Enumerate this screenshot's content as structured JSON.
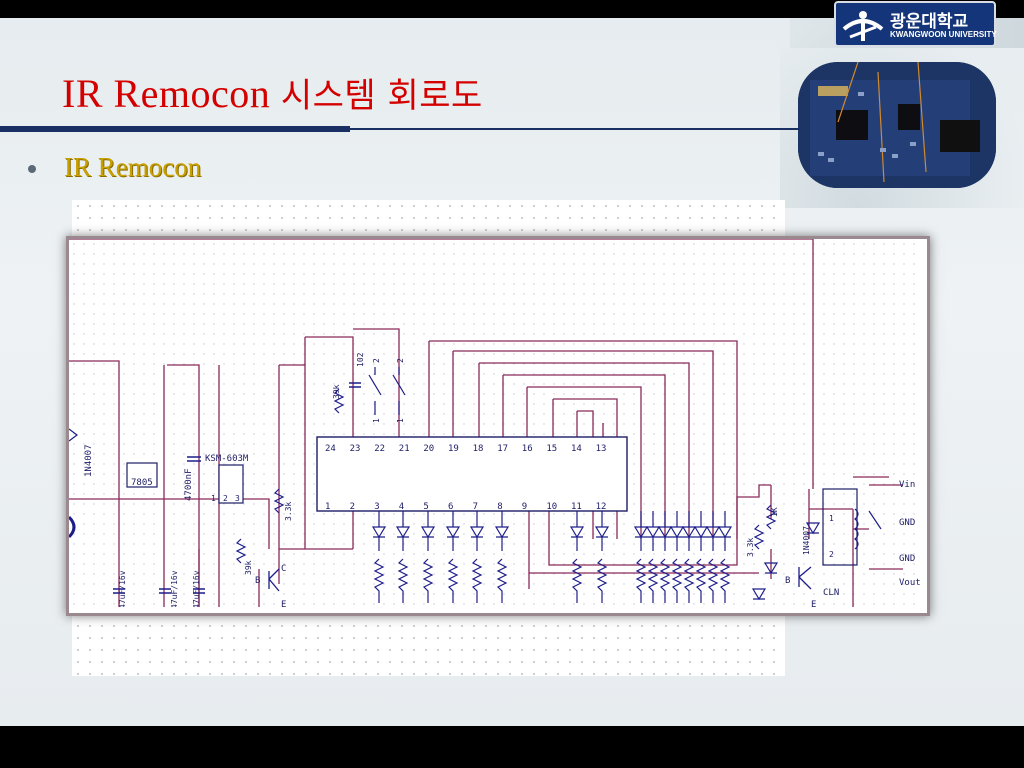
{
  "slide": {
    "title_latin": "IR Remocon",
    "title_korean": "시스템 회로도",
    "bullet": "IR Remocon"
  },
  "logo": {
    "name": "광운대학교",
    "subtitle": "KWANGWOON UNIVERSITY"
  },
  "schematic": {
    "ic_label": "KSM-603M",
    "regulator_label": "7805",
    "diode_left": "1N4007",
    "diode_right": "1N4007",
    "cap_1": "47uF/16v",
    "cap_2": "47uF/16v",
    "cap_3": "47uF/16v",
    "cap_4": "4700nF",
    "res_3k3_a": "3.3k",
    "res_39k_a": "39k",
    "res_39k_b": "39k",
    "cap_102": "102",
    "res_3k3_b": "3.3k",
    "res_1k": "1K",
    "transistor_right": "CLN",
    "pin_top": [
      "24",
      "23",
      "22",
      "21",
      "20",
      "19",
      "18",
      "17",
      "16",
      "15",
      "14",
      "13"
    ],
    "pin_bottom": [
      "1",
      "2",
      "3",
      "4",
      "5",
      "6",
      "7",
      "8",
      "9",
      "10",
      "11",
      "12"
    ],
    "sw_1_top": "2",
    "sw_1_bot": "1",
    "sw_2_top": "2",
    "sw_2_bot": "1",
    "ksm_pins": [
      "1",
      "2",
      "3"
    ],
    "relay_pins": [
      "1",
      "2"
    ],
    "terminal_labels": [
      "Vin",
      "GND",
      "GND",
      "Vout"
    ],
    "b_label_1": "B",
    "c_label_1": "C",
    "e_label_1": "E",
    "b_label_2": "B",
    "e_label_2": "E"
  }
}
